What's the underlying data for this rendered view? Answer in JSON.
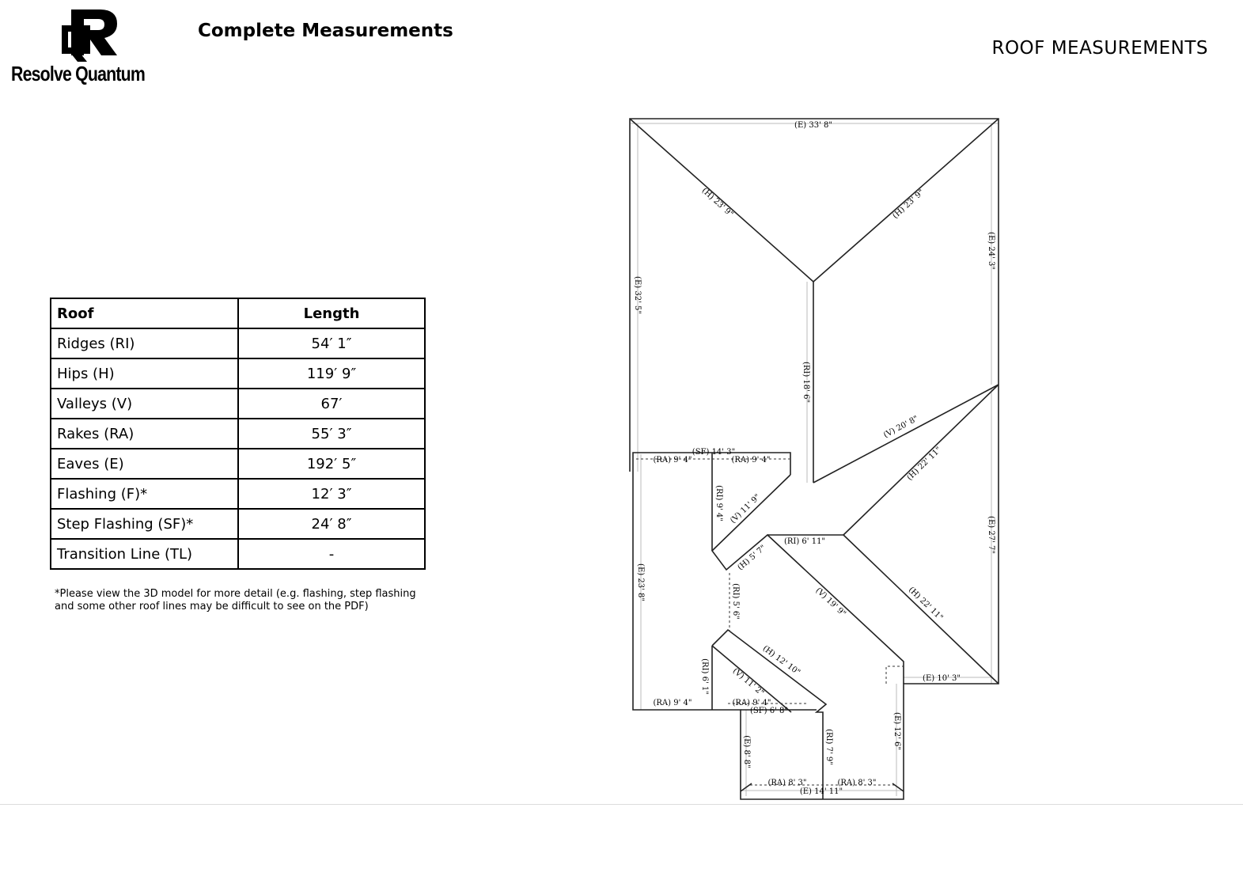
{
  "brand": {
    "name": "Resolve Quantum",
    "logo_icon": "rq-logo-icon"
  },
  "header": {
    "title": "Complete Measurements",
    "section": "ROOF MEASUREMENTS"
  },
  "table": {
    "headers": [
      "Roof",
      "Length"
    ],
    "rows": [
      {
        "name": "Ridges (RI)",
        "length": "54′ 1″"
      },
      {
        "name": "Hips (H)",
        "length": "119′ 9″"
      },
      {
        "name": "Valleys (V)",
        "length": "67′"
      },
      {
        "name": "Rakes (RA)",
        "length": "55′ 3″"
      },
      {
        "name": "Eaves (E)",
        "length": "192′ 5″"
      },
      {
        "name": "Flashing (F)*",
        "length": "12′ 3″"
      },
      {
        "name": "Step Flashing (SF)*",
        "length": "24′ 8″"
      },
      {
        "name": "Transition Line (TL)",
        "length": "-"
      }
    ],
    "note": "*Please view the 3D model for more detail (e.g. flashing, step flashing and some other roof lines may be difficult to see on the PDF)"
  },
  "diagram": {
    "labels": {
      "e_top": "(E) 33' 8\"",
      "h_left": "(H) 23' 9\"",
      "h_right": "(H) 23' 9\"",
      "e_right_top": "(E) 24' 3\"",
      "e_left": "(E) 32' 5\"",
      "ri_center": "(RI) 18' 6\"",
      "v_20": "(V) 20' 8\"",
      "h_22_upper": "(H) 22' 11\"",
      "e_right_mid": "(E) 27' 7\"",
      "sf_top": "(SF) 14' 3\"",
      "ra_9_a": "(RA) 9' 4\"",
      "ra_9_b": "(RA) 9' 4\"",
      "ri_9": "(RI) 9' 4\"",
      "v_11_9": "(V) 11' 9\"",
      "ri_6_11": "(RI) 6' 11\"",
      "h_5_7": "(H) 5' 7\"",
      "e_23": "(E) 23' 8\"",
      "ri_5_6": "(RI) 5' 6\"",
      "v_19": "(V) 19' 9\"",
      "h_22_lower": "(H) 22' 11\"",
      "h_12": "(H) 12' 10\"",
      "ri_6_1": "(RI) 6' 1\"",
      "v_11_2": "(V) 11' 2\"",
      "e_10": "(E) 10' 3\"",
      "ra_9_c": "(RA) 9' 4\"",
      "ra_9_d": "(RA) 9' 4\"",
      "sf_6": "(SF) 6' 8\"",
      "e_8": "(E) 8' 8\"",
      "ri_7": "(RI) 7' 9\"",
      "e_12": "(E) 12' 6\"",
      "ra_8_a": "(RA) 8' 3\"",
      "ra_8_b": "(RA) 8' 3\"",
      "e_14": "(E) 14' 11\""
    }
  }
}
